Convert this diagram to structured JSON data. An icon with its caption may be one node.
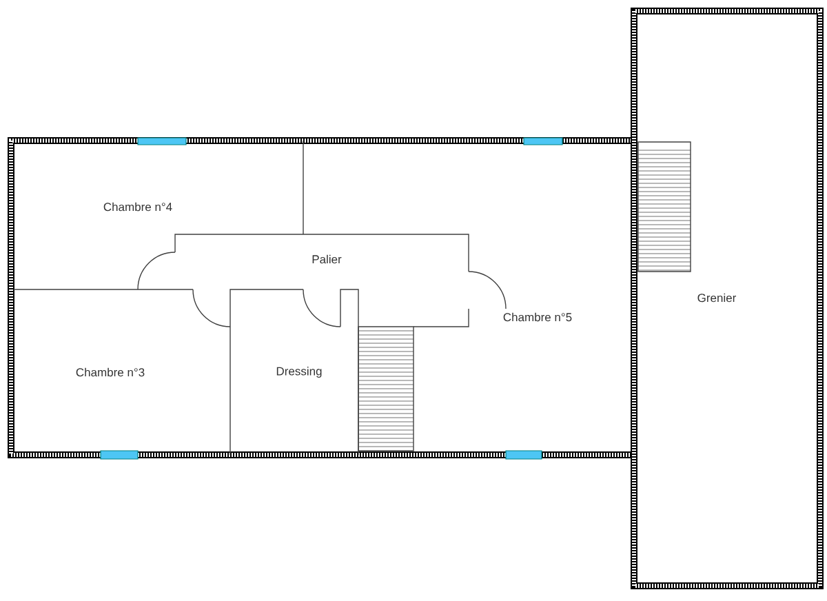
{
  "diagram": {
    "labels": [
      "Chambre n°4",
      "Palier",
      "Grenier",
      "Chambre n°5",
      "Chambre n°3",
      "Dressing"
    ]
  }
}
